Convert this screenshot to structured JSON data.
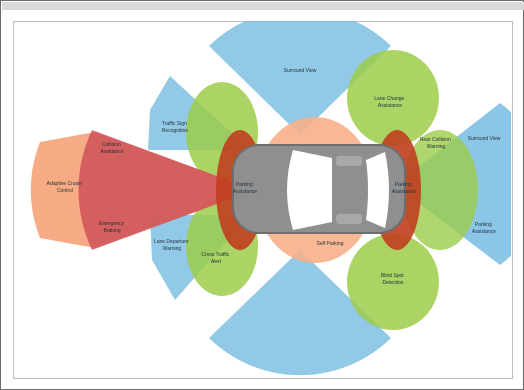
{
  "diagram": {
    "colors": {
      "blue": "#7fc0e3",
      "green": "#9ccc4a",
      "red": "#c94652",
      "orange": "#f6a77e",
      "peach": "#f7b08a",
      "car_body": "#8f8f8f",
      "car_glass": "#ffffff",
      "dark_red": "#c13e1f"
    },
    "labels": {
      "adaptive_cruise": [
        "Adaptive Cruise",
        "Control"
      ],
      "collision_avoidance": [
        "Collision",
        "Avoidance"
      ],
      "emergency_braking": [
        "Emergency",
        "Braking"
      ],
      "traffic_sign": [
        "Traffic Sign",
        "Recognition"
      ],
      "lane_departure": [
        "Lane Departure",
        "Warning"
      ],
      "cross_traffic": [
        "Cross Traffic",
        "Alert"
      ],
      "surround_view_top": [
        "Surround View"
      ],
      "lane_change": [
        "Lane Change",
        "Assistance"
      ],
      "rear_collision": [
        "Rear Collision",
        "Warning"
      ],
      "surround_view_right": [
        "Surround View"
      ],
      "parking_assistance": [
        "Parking",
        "Assistance"
      ],
      "park_assist_front": [
        "Parking",
        "Assistance"
      ],
      "park_assist_rear": [
        "Parking",
        "Assistance"
      ],
      "self_parking": [
        "Self Parking"
      ],
      "blind_spot": [
        "Blind Spot",
        "Detection"
      ]
    }
  }
}
